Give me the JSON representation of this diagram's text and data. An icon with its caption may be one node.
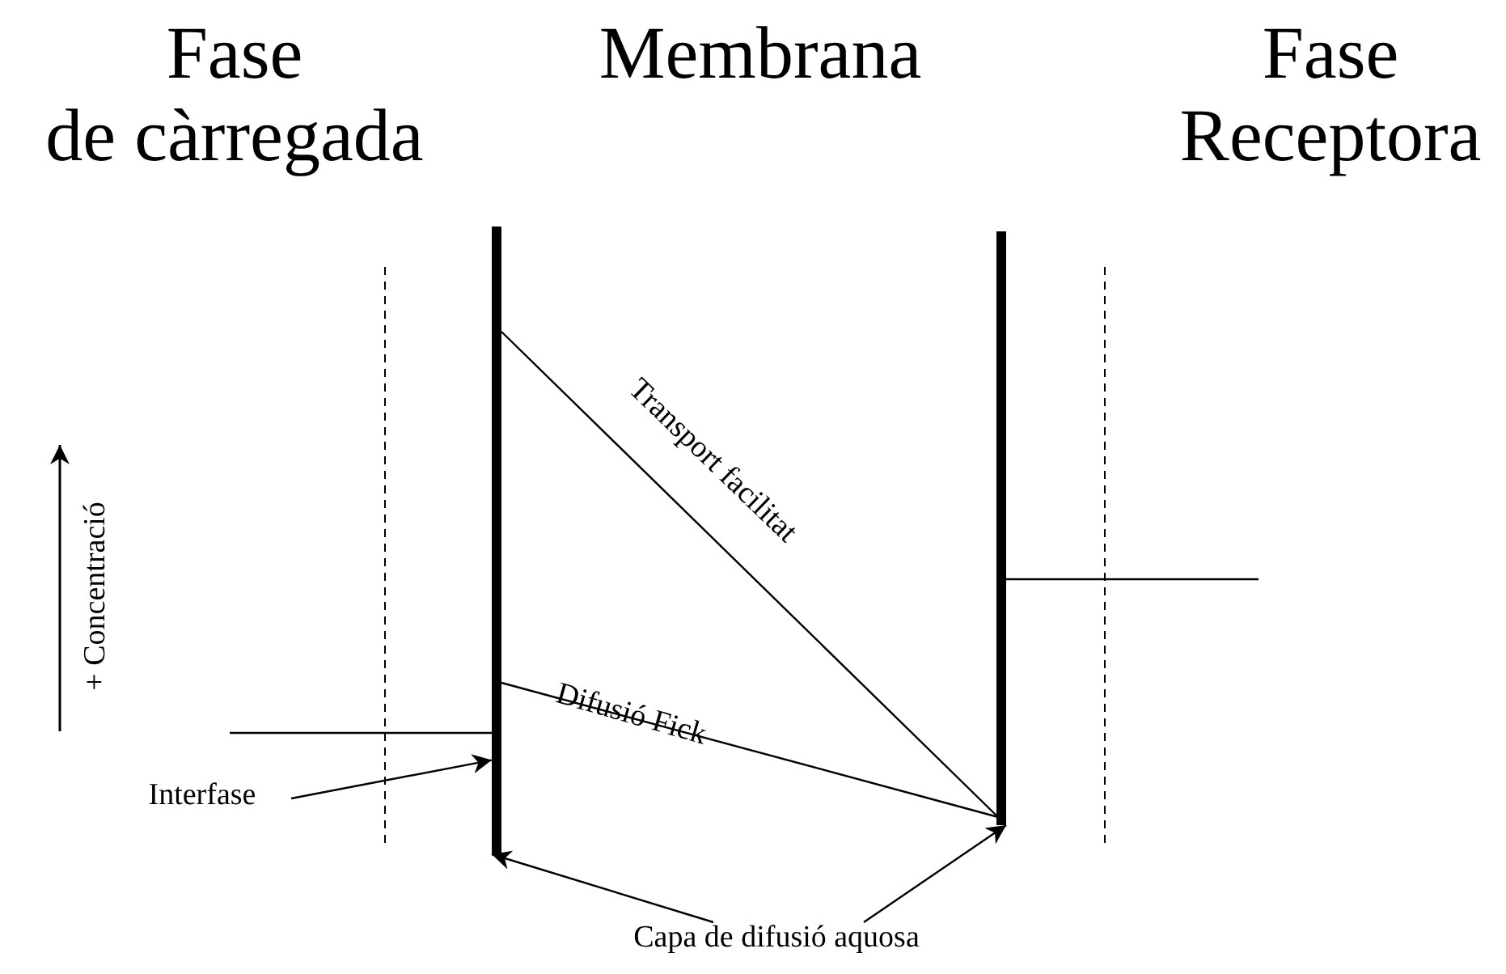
{
  "diagram": {
    "nodes": [
      {
        "text": [],
        "shape": "bar"
      },
      {
        "text": [],
        "shape": "bar"
      },
      {
        "text": [
          "Interfase"
        ]
      },
      {
        "text": [
          "Capa de difusió aquosa"
        ]
      }
    ],
    "edges": [
      {
        "from": 2,
        "to": 0,
        "arrow": "to"
      },
      {
        "from": 3,
        "to": 0,
        "arrow": "to"
      },
      {
        "from": 3,
        "to": 1,
        "arrow": "to"
      }
    ],
    "labels": [
      "Fase de càrregada",
      "Membrana",
      "Fase Receptora",
      "Transport facilitat",
      "+ Concentració",
      "Difusió Fick"
    ]
  }
}
